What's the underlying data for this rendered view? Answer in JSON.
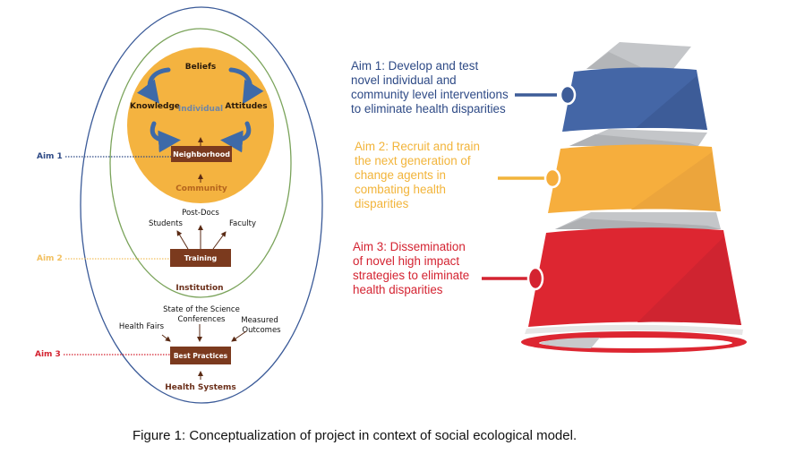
{
  "figure": {
    "caption": "Figure 1: Conceptualization of project in context of social ecological model."
  },
  "colors": {
    "aim1": "#2e4a86",
    "aim2": "#f2b43a",
    "aim3": "#d42331",
    "outer_ellipse": "#3a5a98",
    "middle_ellipse": "#7aa35a",
    "individual_circle": "#f4b340",
    "box_fill": "#7b3a1e",
    "cycle_arrow": "#3e6aa8",
    "layer_blue": "#4466a6",
    "layer_orange": "#f6ae3d",
    "layer_red": "#dd2631",
    "connector_gray": "#b9bbbe"
  },
  "model": {
    "individual": {
      "label": "Individual",
      "factors": [
        "Beliefs",
        "Attitudes",
        "Knowledge"
      ]
    },
    "community": {
      "label": "Community",
      "box": "Neighborhood"
    },
    "institution": {
      "label": "Institution",
      "box": "Training",
      "inputs": [
        "Students",
        "Post-Docs",
        "Faculty"
      ]
    },
    "health_systems": {
      "label": "Health Systems",
      "box": "Best Practices",
      "inputs": [
        "Health Fairs",
        "State of the Science\nConferences",
        "Measured\nOutcomes"
      ]
    }
  },
  "aim_markers": [
    {
      "label": "Aim 1"
    },
    {
      "label": "Aim 2"
    },
    {
      "label": "Aim 3"
    }
  ],
  "aims": [
    {
      "text": "Aim 1: Develop and test\nnovel individual and\ncommunity level interventions\nto eliminate health disparities"
    },
    {
      "text": "Aim 2: Recruit and train\nthe next generation of\nchange agents in\ncombating health\ndisparities"
    },
    {
      "text": "Aim 3: Dissemination\nof novel high impact\nstrategies to eliminate\nhealth disparities"
    }
  ]
}
